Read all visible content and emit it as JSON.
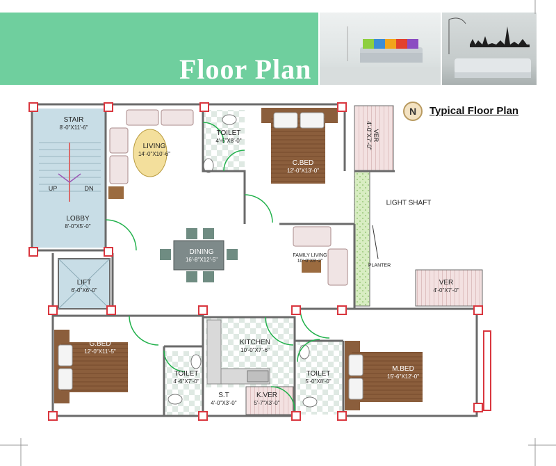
{
  "header": {
    "title": "Floor Plan"
  },
  "legend": {
    "north": "N",
    "title": "Typical Floor Plan"
  },
  "rooms": {
    "stair": {
      "name": "STAIR",
      "dim": "8'-0\"X11'-6\""
    },
    "up": "UP",
    "dn": "DN",
    "lobby": {
      "name": "LOBBY",
      "dim": "8'-0\"X5'-0\""
    },
    "lift": {
      "name": "LIFT",
      "dim": "6'-0\"X6'-0\""
    },
    "living": {
      "name": "LIVING",
      "dim": "14'-0\"X10'-6\""
    },
    "toilet_top": {
      "name": "TOILET",
      "dim": "4'-6\"X8'-0\""
    },
    "cbed": {
      "name": "C.BED",
      "dim": "12'-0\"X13'-0\""
    },
    "ver_top": {
      "name": "VER",
      "dim": "4'-0\"X7'-0\""
    },
    "light_shaft": "LIGHT SHAFT",
    "dining": {
      "name": "DINING",
      "dim": "16'-8\"X12'-5\""
    },
    "family_living": {
      "name": "FAMILY LIVING",
      "dim": "10'-0\"X9'-2\""
    },
    "planter": "PLANTER",
    "ver_right": {
      "name": "VER",
      "dim": "4'-0\"X7'-0\""
    },
    "gbed": {
      "name": "G.BED",
      "dim": "12'-0\"X11'-5\""
    },
    "toilet_bl": {
      "name": "TOILET",
      "dim": "4'-6\"X7'-0\""
    },
    "kitchen": {
      "name": "KITCHEN",
      "dim": "10'-0\"X7'-6\""
    },
    "st": {
      "name": "S.T",
      "dim": "4'-0\"X3'-0\""
    },
    "kver": {
      "name": "K.VER",
      "dim": "5'-7\"X3'-0\""
    },
    "toilet_br": {
      "name": "TOILET",
      "dim": "5'-0\"X8'-0\""
    },
    "mbed": {
      "name": "M.BED",
      "dim": "15'-6\"X12'-0\""
    }
  },
  "colors": {
    "banner": "#6fcf9e",
    "wall": "#ffffff",
    "wall_outline": "#6a6a6a",
    "column": "#d9363e",
    "door_swing": "#22b14c",
    "bed_wood": "#8b5e3c",
    "floor_tile": "#e7efe9",
    "stair_fill": "#c8dde6"
  }
}
